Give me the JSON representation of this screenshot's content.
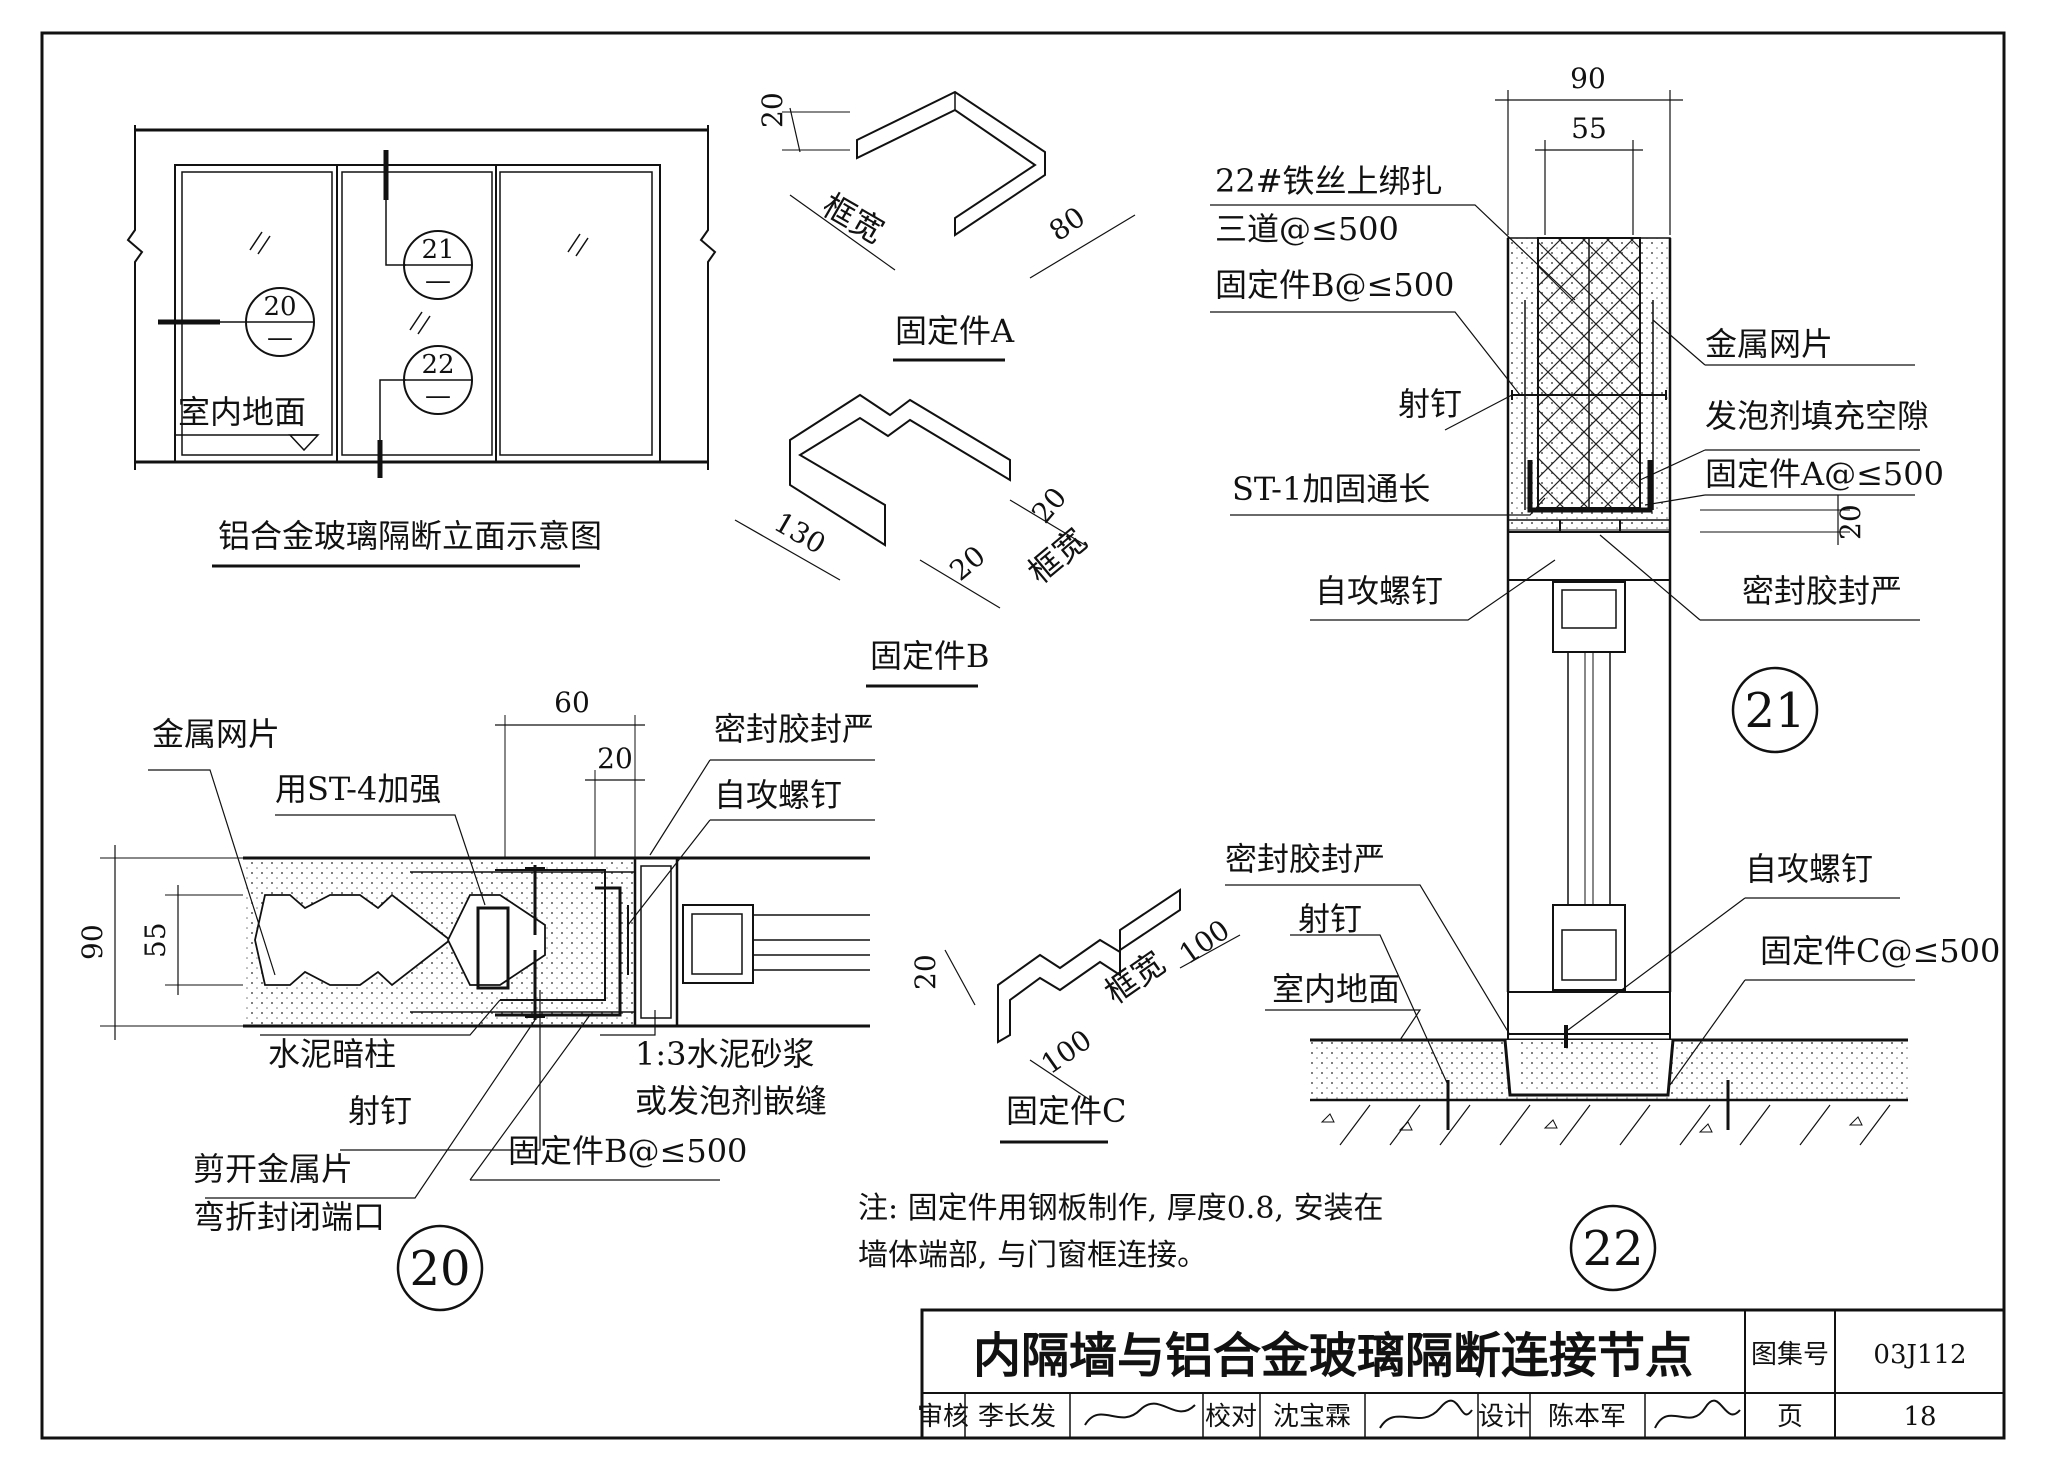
{
  "elevation": {
    "caption": "铝合金玻璃隔断立面示意图",
    "floor_label": "室内地面",
    "markers": [
      {
        "num": "20",
        "sub": "—"
      },
      {
        "num": "21",
        "sub": "—"
      },
      {
        "num": "22",
        "sub": "—"
      }
    ]
  },
  "fixture_a": {
    "caption": "固定件A",
    "dims": [
      "20",
      "框宽",
      "80"
    ]
  },
  "fixture_b": {
    "caption": "固定件B",
    "dims": [
      "130",
      "20",
      "20",
      "框宽"
    ]
  },
  "fixture_c": {
    "caption": "固定件C",
    "dims": [
      "20",
      "100",
      "框宽",
      "100"
    ]
  },
  "detail20": {
    "number": "20",
    "dims": [
      "60",
      "20",
      "90",
      "55"
    ],
    "labels": {
      "metal_mesh": "金属网片",
      "st4": "用ST-4加强",
      "sealant": "密封胶封严",
      "screw": "自攻螺钉",
      "cement_column": "水泥暗柱",
      "mortar_1": "1:3水泥砂浆",
      "mortar_2": "或发泡剂嵌缝",
      "nail": "射钉",
      "cut_1": "剪开金属片",
      "cut_2": "弯折封闭端口",
      "fixture_b": "固定件B@≤500"
    }
  },
  "detail21": {
    "number": "21",
    "dims": [
      "90",
      "55",
      "20"
    ],
    "labels": {
      "wire_1": "22#铁丝上绑扎",
      "wire_2": "三道@≤500",
      "fixture_b": "固定件B@≤500",
      "metal_mesh": "金属网片",
      "nail": "射钉",
      "foam": "发泡剂填充空隙",
      "st1": "ST-1加固通长",
      "fixture_a": "固定件A@≤500",
      "screw": "自攻螺钉",
      "sealant": "密封胶封严"
    }
  },
  "detail22": {
    "number": "22",
    "labels": {
      "sealant": "密封胶封严",
      "screw": "自攻螺钉",
      "nail": "射钉",
      "fixture_c": "固定件C@≤500",
      "floor": "室内地面"
    }
  },
  "note": {
    "line1": "注: 固定件用钢板制作, 厚度0.8, 安装在",
    "line2": "墙体端部, 与门窗框连接。"
  },
  "title_block": {
    "title": "内隔墙与铝合金玻璃隔断连接节点",
    "atlas_label": "图集号",
    "atlas_no": "03J112",
    "review_label": "审核",
    "reviewer": "李长发",
    "check_label": "校对",
    "checker": "沈宝霖",
    "design_label": "设计",
    "designer": "陈本军",
    "page_label": "页",
    "page_no": "18"
  }
}
